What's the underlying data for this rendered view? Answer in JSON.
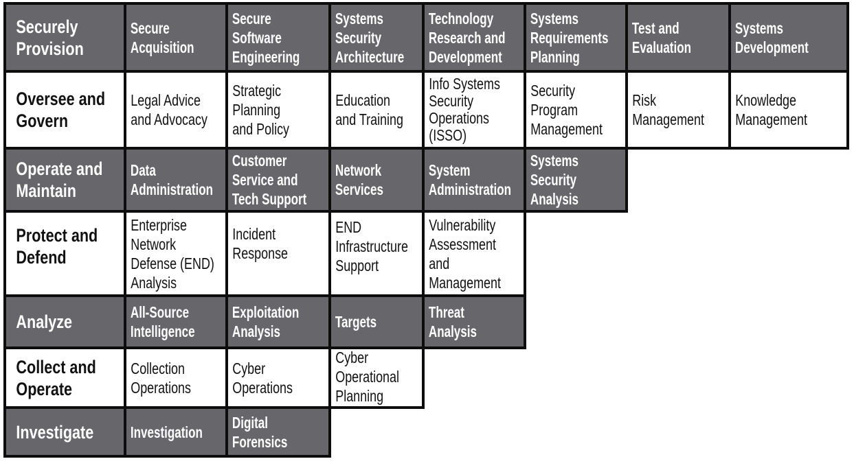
{
  "colors": {
    "dark_cell": "#67676b",
    "light_cell": "#ffffff",
    "border": "#0d0d0d",
    "dark_text": "#ffffff",
    "light_text": "#111111"
  },
  "categories": [
    {
      "name": "Securely Provision",
      "lines": [
        "Securely",
        "Provision"
      ],
      "shade": "dark",
      "specialty_areas": [
        {
          "name": "Secure Acquisition",
          "lines": [
            "Secure",
            "Acquisition"
          ]
        },
        {
          "name": "Secure Software Engineering",
          "lines": [
            "Secure",
            "Software",
            "Engineering"
          ]
        },
        {
          "name": "Systems Security Architecture",
          "lines": [
            "Systems",
            "Security",
            "Architecture"
          ]
        },
        {
          "name": "Technology Research and Development",
          "lines": [
            "Technology",
            "Research and",
            "Development"
          ]
        },
        {
          "name": "Systems Requirements Planning",
          "lines": [
            "Systems",
            "Requirements",
            "Planning"
          ]
        },
        {
          "name": "Test and Evaluation",
          "lines": [
            "Test and",
            "Evaluation"
          ]
        },
        {
          "name": "Systems Development",
          "lines": [
            "Systems",
            "Development"
          ]
        }
      ]
    },
    {
      "name": "Oversee and Govern",
      "lines": [
        "Oversee and",
        "Govern"
      ],
      "shade": "light",
      "specialty_areas": [
        {
          "name": "Legal Advice and Advocacy",
          "lines": [
            "Legal Advice",
            "and Advocacy"
          ]
        },
        {
          "name": "Strategic Planning and Policy",
          "lines": [
            "Strategic",
            "Planning",
            "and Policy"
          ]
        },
        {
          "name": "Education and Training",
          "lines": [
            "Education",
            "and Training"
          ]
        },
        {
          "name": "Info Systems Security Operations (ISSO)",
          "lines": [
            "Info Systems",
            "Security",
            "Operations",
            "(ISSO)"
          ]
        },
        {
          "name": "Security Program Management",
          "lines": [
            "Security",
            "Program",
            "Management"
          ]
        },
        {
          "name": "Risk Management",
          "lines": [
            "Risk",
            "Management"
          ]
        },
        {
          "name": "Knowledge Management",
          "lines": [
            "Knowledge",
            "Management"
          ]
        }
      ]
    },
    {
      "name": "Operate and Maintain",
      "lines": [
        "Operate and",
        "Maintain"
      ],
      "shade": "dark",
      "specialty_areas": [
        {
          "name": "Data Administration",
          "lines": [
            "Data",
            "Administration"
          ]
        },
        {
          "name": "Customer Service and Tech Support",
          "lines": [
            "Customer",
            "Service and",
            "Tech Support"
          ]
        },
        {
          "name": "Network Services",
          "lines": [
            "Network",
            "Services"
          ]
        },
        {
          "name": "System Administration",
          "lines": [
            "System",
            "Administration"
          ]
        },
        {
          "name": "Systems Security Analysis",
          "lines": [
            "Systems",
            "Security",
            "Analysis"
          ]
        }
      ]
    },
    {
      "name": "Protect and Defend",
      "lines": [
        "Protect and",
        "Defend"
      ],
      "shade": "light",
      "specialty_areas": [
        {
          "name": "Enterprise Network Defense (END) Analysis",
          "lines": [
            "Enterprise",
            "Network",
            "Defense (END)",
            "Analysis"
          ]
        },
        {
          "name": "Incident Response",
          "lines": [
            "Incident",
            "Response"
          ]
        },
        {
          "name": "END Infrastructure Support",
          "lines": [
            "END",
            "Infrastructure",
            "Support"
          ]
        },
        {
          "name": "Vulnerability Assessment and Management",
          "lines": [
            "Vulnerability",
            "Assessment",
            "and",
            "Management"
          ]
        }
      ]
    },
    {
      "name": "Analyze",
      "lines": [
        "Analyze"
      ],
      "shade": "dark",
      "specialty_areas": [
        {
          "name": "All-Source Intelligence",
          "lines": [
            "All-Source",
            "Intelligence"
          ]
        },
        {
          "name": "Exploitation Analysis",
          "lines": [
            "Exploitation",
            "Analysis"
          ]
        },
        {
          "name": "Targets",
          "lines": [
            "Targets"
          ]
        },
        {
          "name": "Threat Analysis",
          "lines": [
            "Threat",
            "Analysis"
          ]
        }
      ]
    },
    {
      "name": "Collect and Operate",
      "lines": [
        "Collect and",
        "Operate"
      ],
      "shade": "light",
      "specialty_areas": [
        {
          "name": "Collection Operations",
          "lines": [
            "Collection",
            "Operations"
          ]
        },
        {
          "name": "Cyber Operations",
          "lines": [
            "Cyber",
            "Operations"
          ]
        },
        {
          "name": "Cyber Operational Planning",
          "lines": [
            "Cyber",
            "Operational",
            "Planning"
          ]
        }
      ]
    },
    {
      "name": "Investigate",
      "lines": [
        "Investigate"
      ],
      "shade": "dark",
      "specialty_areas": [
        {
          "name": "Investigation",
          "lines": [
            "Investigation"
          ]
        },
        {
          "name": "Digital Forensics",
          "lines": [
            "Digital",
            "Forensics"
          ]
        }
      ]
    }
  ]
}
